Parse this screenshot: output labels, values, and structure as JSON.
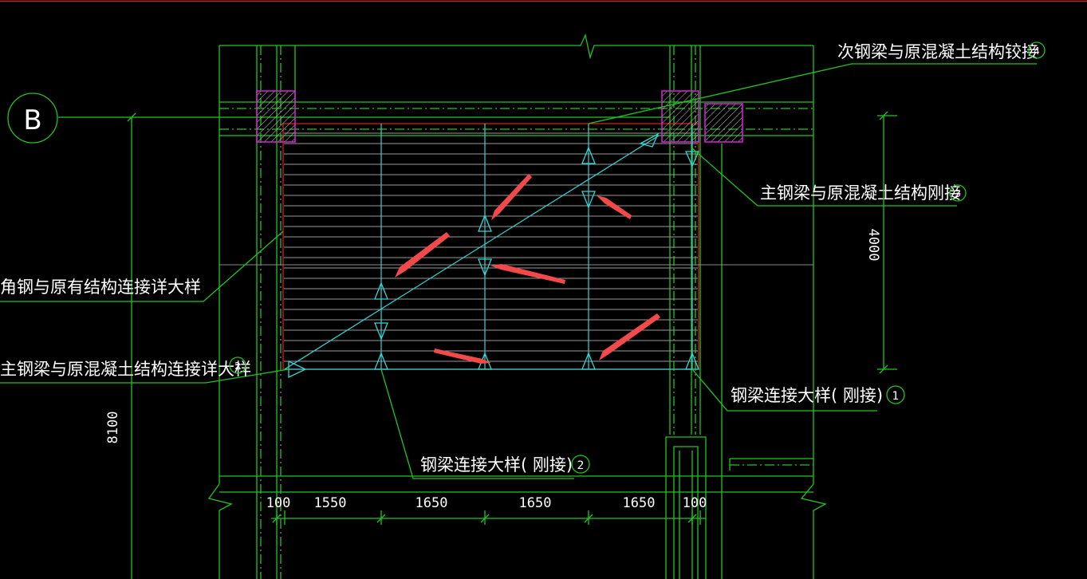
{
  "grid_axis": {
    "label": "B"
  },
  "annotations": {
    "secondary_hinge": "次钢梁与原混凝土结构铰接",
    "secondary_hinge_ref": "4",
    "main_rigid": "主钢梁与原混凝土结构刚接",
    "main_rigid_ref": "3",
    "angle_steel": "角钢与原有结构连接详大样",
    "main_connection": "主钢梁与原混凝土结构连接详大样",
    "main_connection_ref": "2",
    "beam_rigid_right": "钢梁连接大样( 刚接)",
    "beam_rigid_right_ref": "1",
    "beam_rigid_bottom": "钢梁连接大样( 刚接)",
    "beam_rigid_bottom_ref": "2"
  },
  "dimensions": {
    "bottom": [
      "100",
      "1550",
      "1650",
      "1650",
      "1650",
      "100"
    ],
    "right_vertical": "4000",
    "left_vertical": "8100"
  },
  "colors": {
    "background": "#000000",
    "axis_lines": "#21c521",
    "steel_beams": "#33d6d6",
    "slab_outline": "#d22020",
    "column_outline": "#e020e0",
    "callout_arrows": "#f24a4a"
  }
}
